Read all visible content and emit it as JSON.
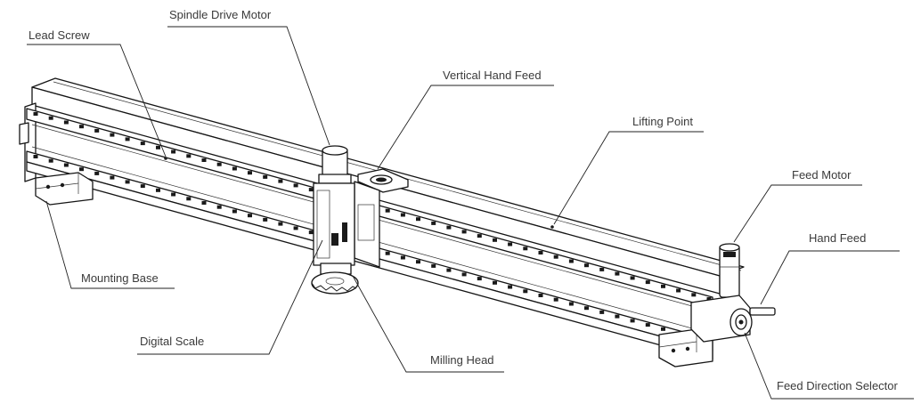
{
  "diagram": {
    "labels": {
      "spindle_drive_motor": "Spindle Drive Motor",
      "lead_screw": "Lead Screw",
      "vertical_hand_feed": "Vertical Hand Feed",
      "lifting_point": "Lifting Point",
      "feed_motor": "Feed Motor",
      "hand_feed": "Hand Feed",
      "mounting_base": "Mounting Base",
      "digital_scale": "Digital Scale",
      "milling_head": "Milling Head",
      "feed_direction_selector": "Feed Direction Selector"
    }
  }
}
